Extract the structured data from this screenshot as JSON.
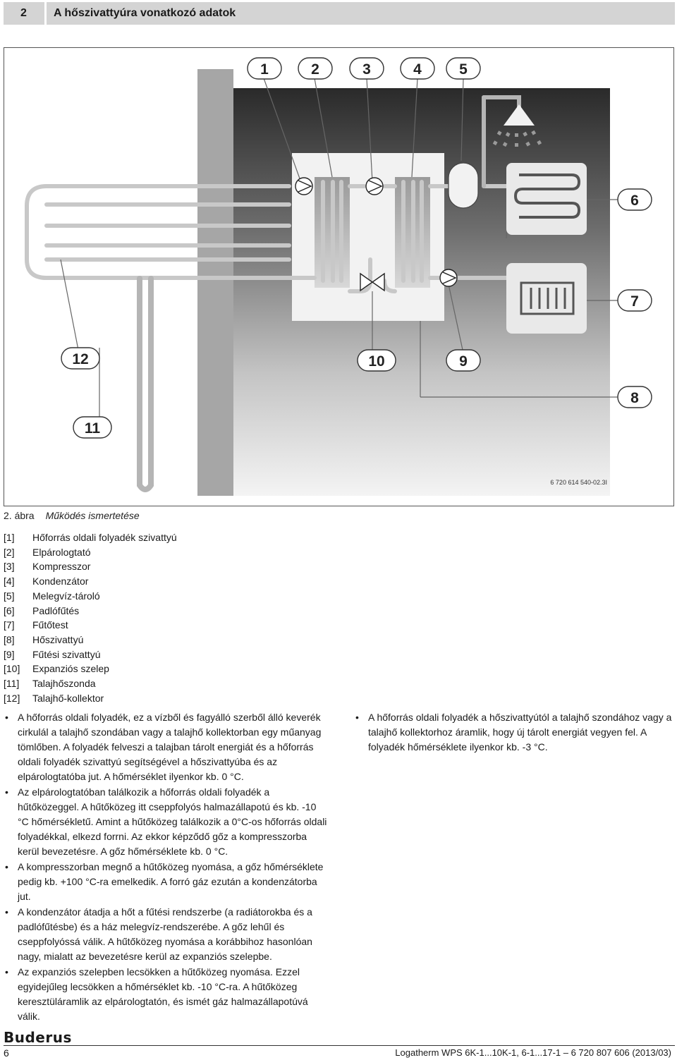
{
  "header": {
    "number": "2",
    "title": "A hőszivattyúra vonatkozó adatok"
  },
  "figure": {
    "callouts": {
      "c1": "1",
      "c2": "2",
      "c3": "3",
      "c4": "4",
      "c5": "5",
      "c6": "6",
      "c7": "7",
      "c8": "8",
      "c9": "9",
      "c10": "10",
      "c11": "11",
      "c12": "12"
    },
    "code": "6 720 614 540-02.3I"
  },
  "caption": {
    "label": "2. ábra",
    "title": "Működés ismertetése"
  },
  "legend": [
    {
      "ref": "[1]",
      "text": "Hőforrás oldali folyadék szivattyú"
    },
    {
      "ref": "[2]",
      "text": "Elpárologtató"
    },
    {
      "ref": "[3]",
      "text": "Kompresszor"
    },
    {
      "ref": "[4]",
      "text": "Kondenzátor"
    },
    {
      "ref": "[5]",
      "text": "Melegvíz-tároló"
    },
    {
      "ref": "[6]",
      "text": "Padlófűtés"
    },
    {
      "ref": "[7]",
      "text": "Fűtőtest"
    },
    {
      "ref": "[8]",
      "text": "Hőszivattyú"
    },
    {
      "ref": "[9]",
      "text": "Fűtési szivattyú"
    },
    {
      "ref": "[10]",
      "text": "Expanziós szelep"
    },
    {
      "ref": "[11]",
      "text": "Talajhőszonda"
    },
    {
      "ref": "[12]",
      "text": "Talajhő-kollektor"
    }
  ],
  "bullets_left": [
    "A hőforrás oldali folyadék, ez a vízből és fagyálló szerből álló keverék cirkulál a talajhő szondában vagy a talajhő kollektorban egy műanyag tömlőben. A folyadék felveszi a talajban tárolt energiát és a hőforrás oldali folyadék szivattyú segítségével a hőszivattyúba és az elpárologtatóba jut. A hőmérséklet ilyenkor kb. 0 °C.",
    "Az elpárologtatóban találkozik a hőforrás oldali folyadék a hűtőközeggel. A hűtőközeg itt cseppfolyós halmazállapotú és kb. -10 °C hőmérsékletű. Amint a hűtőközeg találkozik a 0°C-os hőforrás oldali folyadékkal, elkezd forrni. Az ekkor képződő gőz a kompresszorba kerül bevezetésre. A gőz hőmérséklete kb. 0 °C.",
    "A kompresszorban megnő a hűtőközeg nyomása, a gőz hőmérséklete pedig kb. +100 °C-ra emelkedik. A forró gáz ezután a kondenzátorba jut.",
    "A kondenzátor átadja a hőt a fűtési rendszerbe (a radiátorokba és a padlófűtésbe) és a ház melegvíz-rendszerébe. A gőz lehűl és cseppfolyóssá válik. A hűtőközeg nyomása a korábbihoz hasonlóan nagy, mialatt az bevezetésre kerül az expanziós szelepbe.",
    "Az expanziós szelepben lecsökken a hűtőközeg nyomása. Ezzel egyidejűleg lecsökken a hőmérséklet kb. -10 °C-ra. A hűtőközeg keresztüláramlik az elpárologtatón, és ismét gáz halmazállapotúvá válik."
  ],
  "bullets_right": [
    "A hőforrás oldali folyadék a hőszivattyútól a talajhő szondához vagy a talajhő kollektorhoz áramlik, hogy új tárolt energiát vegyen fel. A folyadék hőmérséklete ilyenkor kb. -3 °C."
  ],
  "footer": {
    "logo": "Buderus",
    "page": "6",
    "doc": "Logatherm WPS 6K-1...10K-1, 6-1...17-1 – 6 720 807 606 (2013/03)"
  }
}
